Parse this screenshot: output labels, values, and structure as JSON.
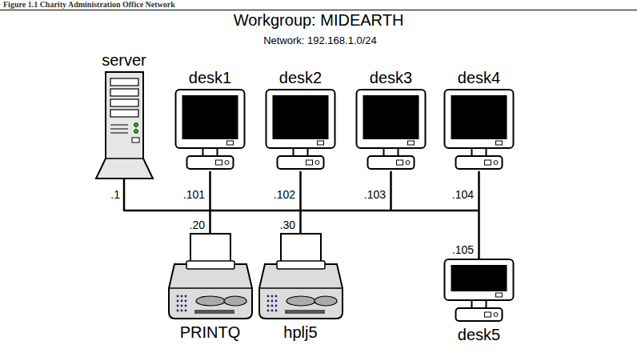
{
  "diagram": {
    "title": "Workgroup: MIDEARTH",
    "caption": "Figure 1.1 Charity Administration Office Network",
    "nodes": [
      {
        "text": [
          "server"
        ]
      },
      {
        "text": [
          "desk1"
        ]
      },
      {
        "text": [
          "desk2"
        ]
      },
      {
        "text": [
          "desk3"
        ]
      },
      {
        "text": [
          "desk4"
        ]
      },
      {
        "text": [
          "PRINTQ"
        ]
      },
      {
        "text": [
          "hplj5"
        ]
      },
      {
        "text": [
          "desk5"
        ]
      }
    ],
    "edges": [
      {
        "from": 1,
        "to": 5,
        "arrow": "none"
      },
      {
        "from": 2,
        "to": 6,
        "arrow": "none"
      },
      {
        "from": 4,
        "to": 7,
        "arrow": "none"
      }
    ],
    "labels": [
      "Network: 192.168.1.0/24",
      ".1",
      ".101",
      ".102",
      ".103",
      ".104",
      ".20",
      ".30",
      ".105"
    ]
  }
}
